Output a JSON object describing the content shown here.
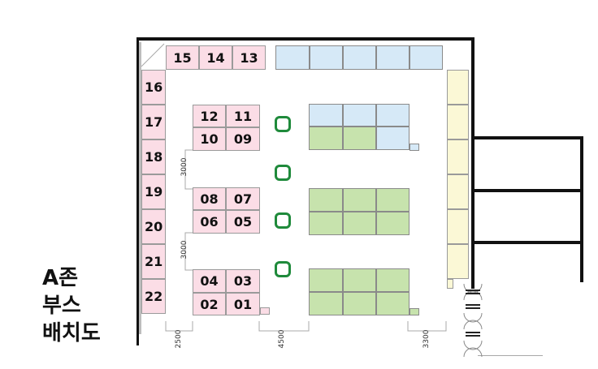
{
  "title_lines": [
    "A존",
    "부스",
    "배치도"
  ],
  "booths_top": [
    "15",
    "14",
    "13"
  ],
  "booths_left": [
    "16",
    "17",
    "18",
    "19",
    "20",
    "21",
    "22"
  ],
  "booths_center": {
    "row1": [
      "12",
      "11"
    ],
    "row2": [
      "10",
      "09"
    ],
    "row3": [
      "08",
      "07"
    ],
    "row4": [
      "06",
      "05"
    ],
    "row5": [
      "04",
      "03"
    ],
    "row6": [
      "02",
      "01"
    ]
  },
  "dimensions": {
    "left_gap_upper": "3000",
    "left_gap_lower": "3000",
    "bottom_left": "2500",
    "bottom_mid": "4500",
    "bottom_right": "3300"
  },
  "colors": {
    "booth_pink": "#fbdde6",
    "area_blue": "#d6e9f7",
    "area_green": "#c7e3ad",
    "area_yellow": "#fbf8d6",
    "pillar": "#1f8a3b"
  }
}
